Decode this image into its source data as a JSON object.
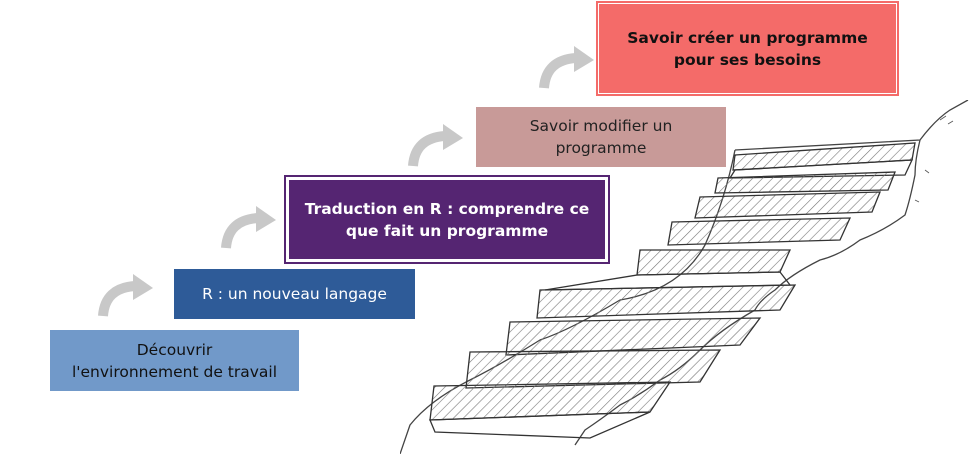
{
  "steps": [
    {
      "line1": "Découvrir",
      "line2": "l'environnement de travail",
      "color": "#7199c9"
    },
    {
      "line1": "R : un nouveau langage",
      "line2": "",
      "color": "#2e5b98"
    },
    {
      "line1": "Traduction en R : comprendre ce",
      "line2": "que fait un programme",
      "color": "#552572"
    },
    {
      "line1": "Savoir modifier un",
      "line2": "programme",
      "color": "#c89a98"
    },
    {
      "line1": "Savoir créer un programme",
      "line2": "pour ses besoins",
      "color": "#f46b69"
    }
  ],
  "arrow_color": "#c8c8c8",
  "illustration": "hand-drawn-staircase"
}
